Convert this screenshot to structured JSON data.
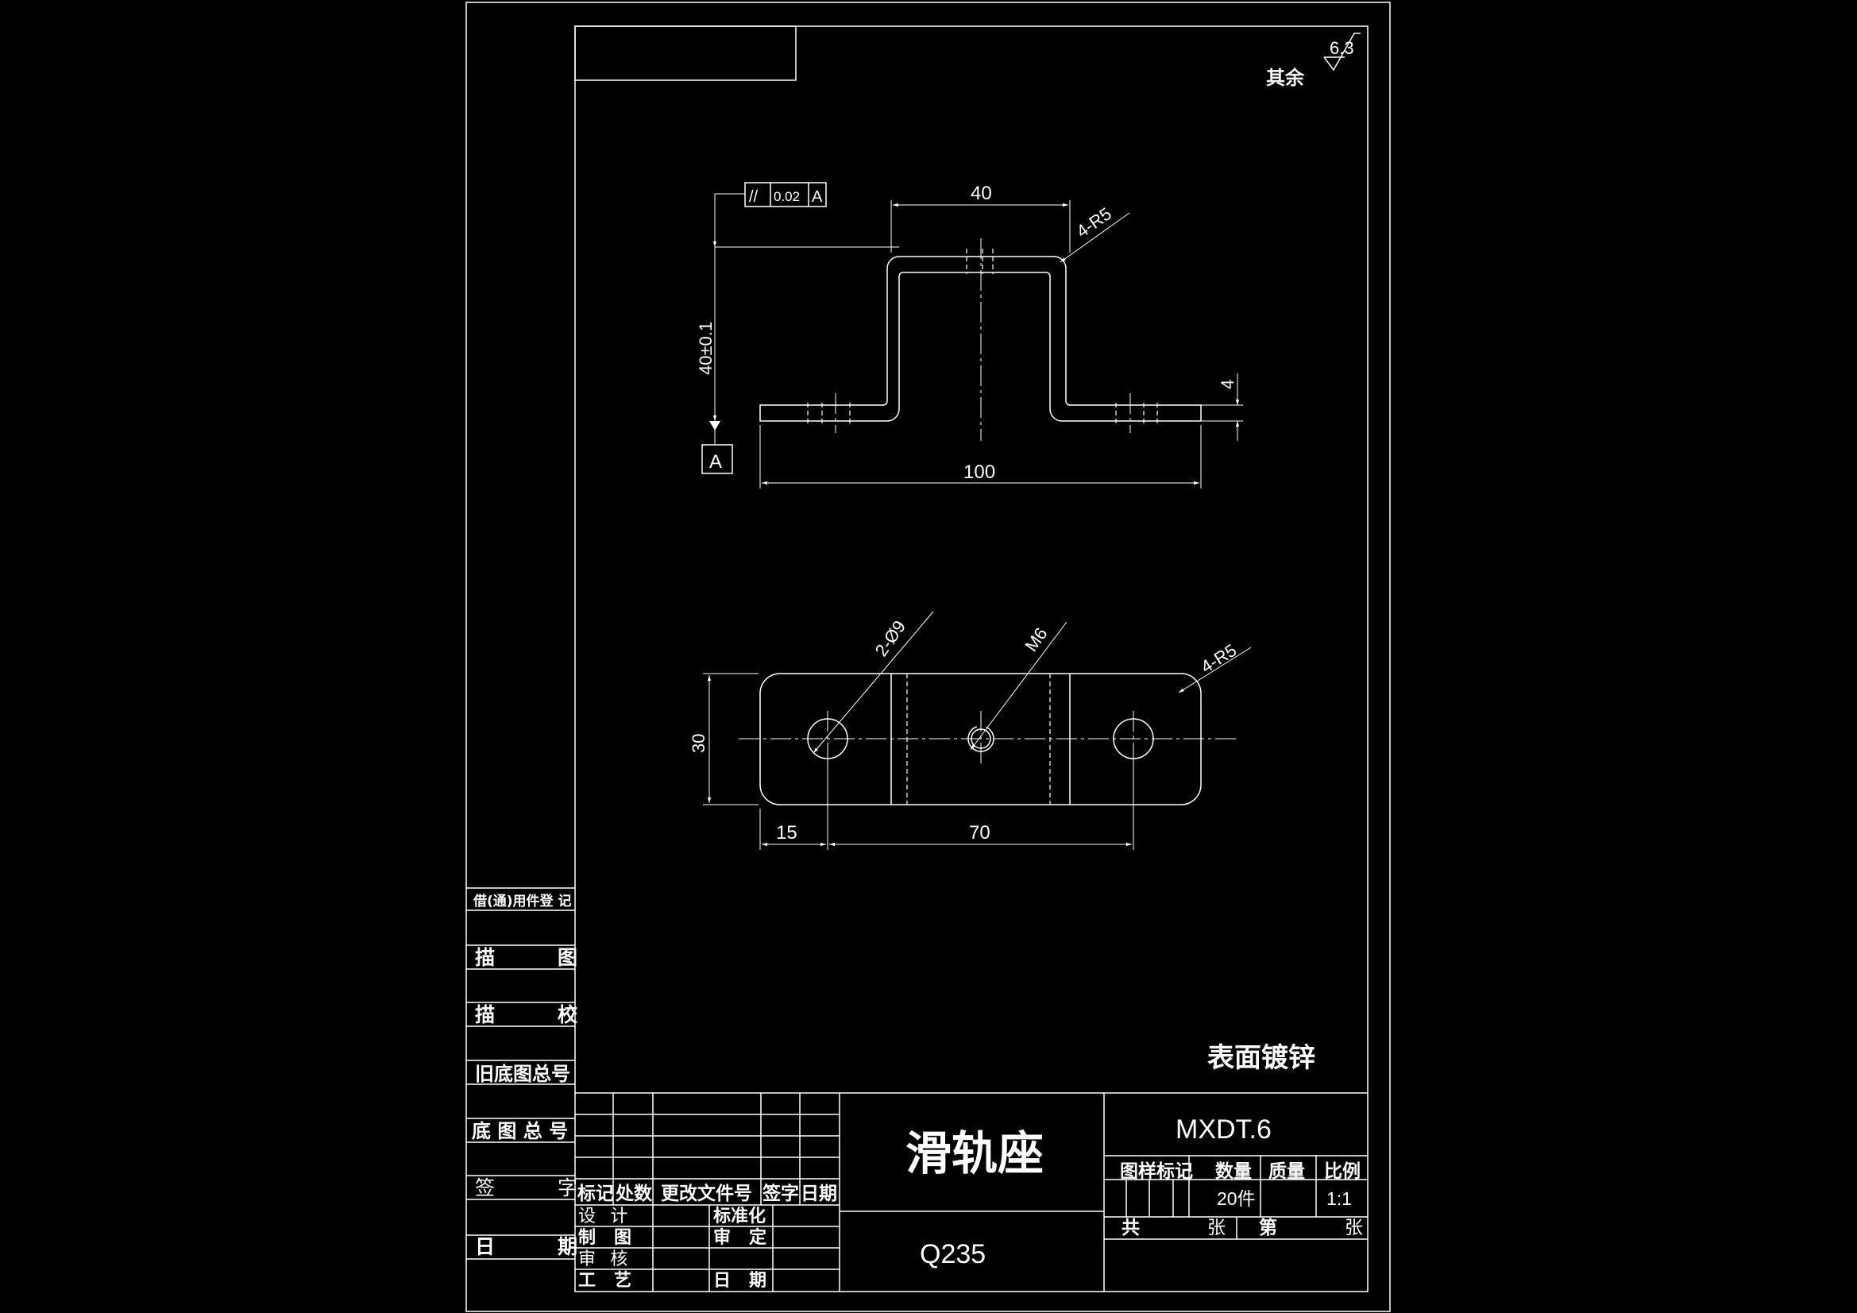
{
  "colors": {
    "background": "#000000",
    "line": "#ffffff"
  },
  "surface_roughness": {
    "note": "其余",
    "value": "6.3"
  },
  "tolerance_frame": {
    "symbol": "//",
    "value": "0.02",
    "datum": "A"
  },
  "datum_label": "A",
  "front_view": {
    "dim_top_width": "40",
    "dim_radius": "4-R5",
    "dim_height": "40±0.1",
    "dim_thickness": "4",
    "dim_length": "100"
  },
  "top_view": {
    "dim_holes": "2-Ø9",
    "dim_thread": "M6",
    "dim_radius": "4-R5",
    "dim_width": "30",
    "dim_offset": "15",
    "dim_spacing": "70"
  },
  "left_strip": {
    "header": "借(通)用件登 记",
    "rows": [
      {
        "left": "描",
        "right": "图"
      },
      {
        "left": "描",
        "right": "校"
      },
      {
        "left": "旧底图总号",
        "right": ""
      },
      {
        "left": "底 图 总 号",
        "right": ""
      },
      {
        "left": "签",
        "right": "字"
      },
      {
        "left": "日",
        "right": "期"
      }
    ]
  },
  "note": "表面镀锌",
  "revision_block": {
    "headers": [
      "标记",
      "处数",
      "更改文件号",
      "签字",
      "日期"
    ],
    "design": "设   计",
    "draw": "制   图",
    "review": "审   核",
    "process": "工   艺",
    "standard": "标准化",
    "approve": "审   定",
    "date": "日   期"
  },
  "title": "滑轨座",
  "material": "Q235",
  "drawing_number": "MXDT.6",
  "info_headers": [
    "图样标记",
    "数量",
    "质量",
    "比例"
  ],
  "info_values": {
    "quantity": "20件",
    "scale": "1:1"
  },
  "sheet": {
    "total": "共",
    "sheets": "张",
    "number": "第",
    "sheet": "张"
  }
}
